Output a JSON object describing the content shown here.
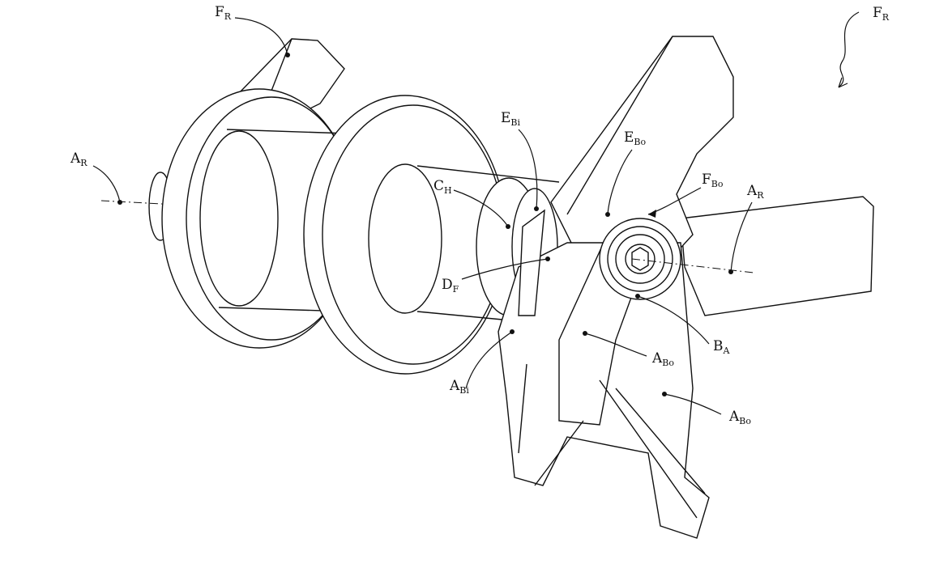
{
  "labels": [
    {
      "id": "fr-left",
      "main": "F",
      "sub": "R"
    },
    {
      "id": "fr-right",
      "main": "F",
      "sub": "R"
    },
    {
      "id": "ar-left",
      "main": "A",
      "sub": "R"
    },
    {
      "id": "ebi",
      "main": "E",
      "sub": "Bi"
    },
    {
      "id": "ebo",
      "main": "E",
      "sub": "Bo"
    },
    {
      "id": "ch",
      "main": "C",
      "sub": "H"
    },
    {
      "id": "fbo",
      "main": "F",
      "sub": "Bo"
    },
    {
      "id": "ar-right",
      "main": "A",
      "sub": "R"
    },
    {
      "id": "df",
      "main": "D",
      "sub": "F"
    },
    {
      "id": "ba",
      "main": "B",
      "sub": "A"
    },
    {
      "id": "abo-1",
      "main": "A",
      "sub": "Bo"
    },
    {
      "id": "abi",
      "main": "A",
      "sub": "Bi"
    },
    {
      "id": "abo-2",
      "main": "A",
      "sub": "Bo"
    }
  ]
}
